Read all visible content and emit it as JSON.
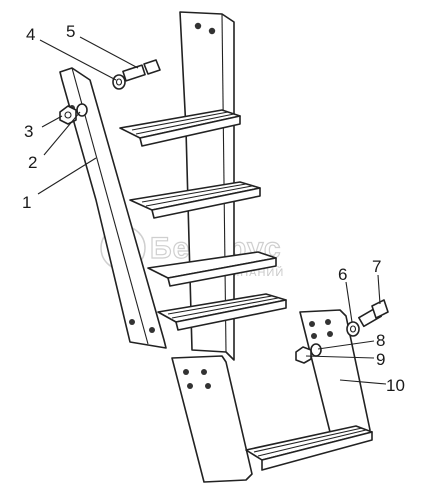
{
  "callouts": [
    "1",
    "2",
    "3",
    "4",
    "5",
    "6",
    "7",
    "8",
    "9",
    "10"
  ],
  "watermark": {
    "brand": "Беларус",
    "subtitle": "ГРУППА КОМПАНИЙ"
  },
  "colors": {
    "line": "#222222",
    "background": "#ffffff",
    "watermark": "#cfcfcf"
  }
}
